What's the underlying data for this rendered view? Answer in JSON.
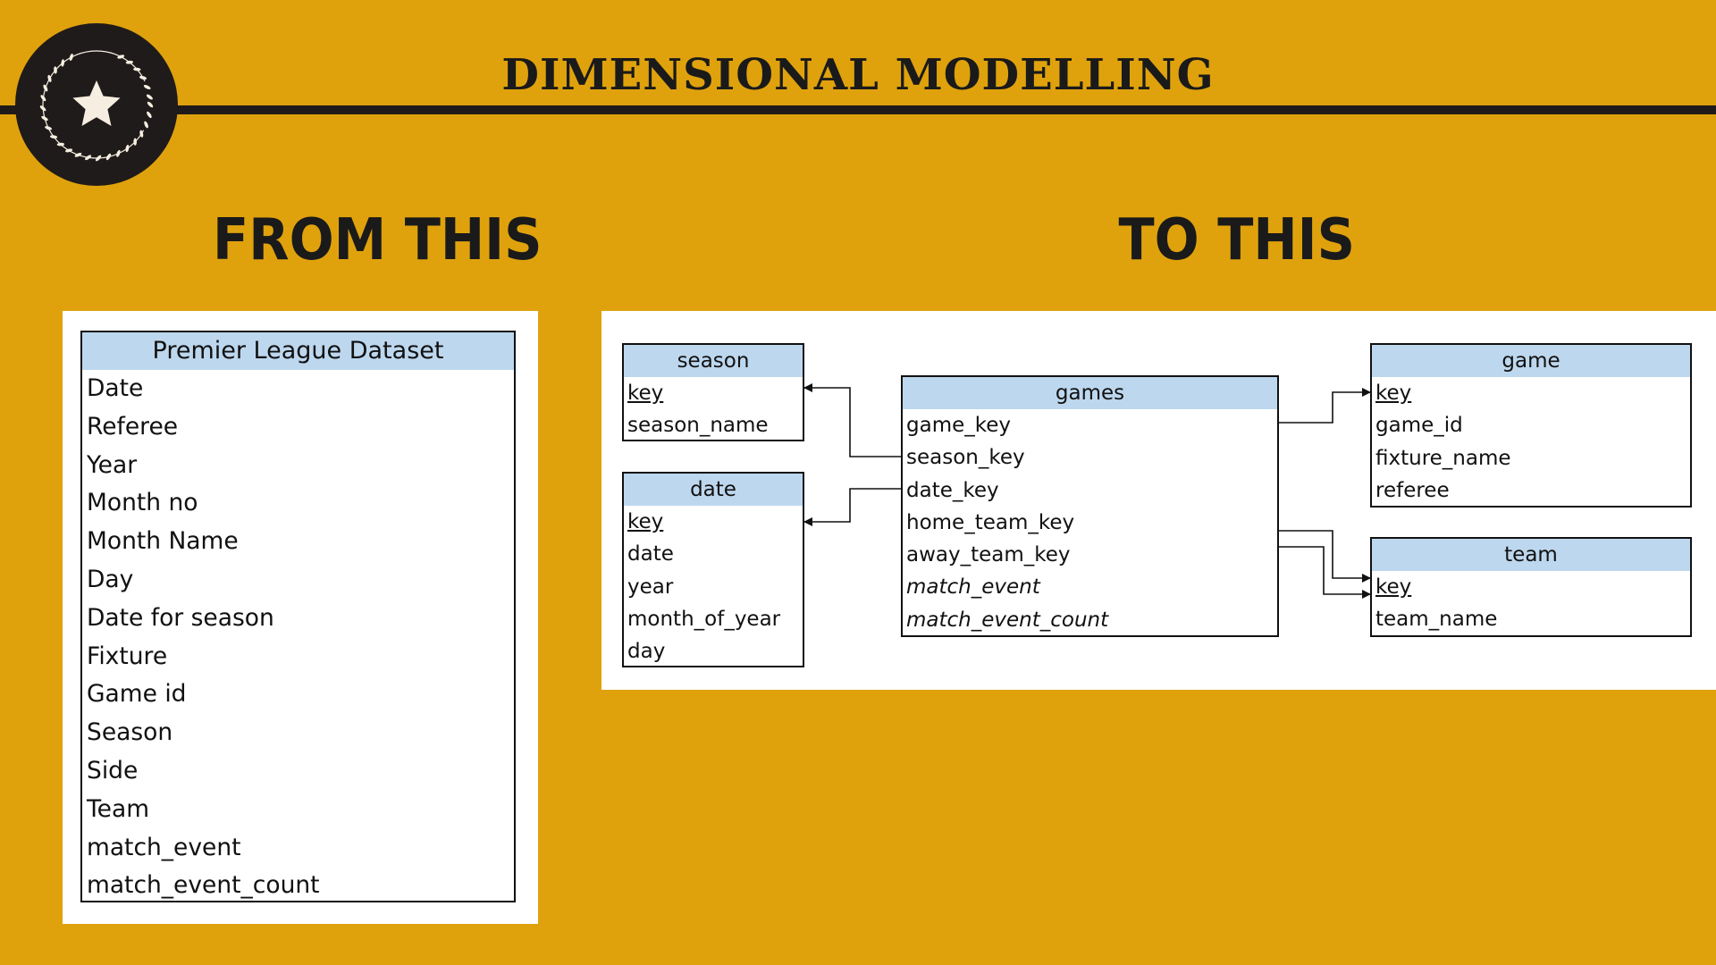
{
  "header": {
    "title": "DIMENSIONAL MODELLING"
  },
  "sections": {
    "from_title": "FROM THIS",
    "to_title": "TO THIS"
  },
  "source_table": {
    "title": "Premier League Dataset",
    "fields": [
      "Date",
      "Referee",
      "Year",
      "Month no",
      "Month Name",
      "Day",
      "Date for season",
      "Fixture",
      "Game id",
      "Season",
      "Side",
      "Team",
      "match_event",
      "match_event_count"
    ]
  },
  "entities": {
    "season": {
      "title": "season",
      "fields": [
        "key",
        "season_name"
      ]
    },
    "date": {
      "title": "date",
      "fields": [
        "key",
        "date",
        "year",
        "month_of_year",
        "day"
      ]
    },
    "games": {
      "title": "games",
      "fields": [
        "game_key",
        "season_key",
        "date_key",
        "home_team_key",
        "away_team_key",
        "match_event",
        "match_event_count"
      ]
    },
    "game": {
      "title": "game",
      "fields": [
        "key",
        "game_id",
        "fixture_name",
        "referee"
      ]
    },
    "team": {
      "title": "team",
      "fields": [
        "key",
        "team_name"
      ]
    }
  },
  "colors": {
    "background": "#DFA20D",
    "header_fill": "#BDD7EE",
    "line": "#1f1b1a",
    "badge_star": "#F6EFE1"
  },
  "icons": {
    "badge": "star-laurel-badge-icon"
  }
}
